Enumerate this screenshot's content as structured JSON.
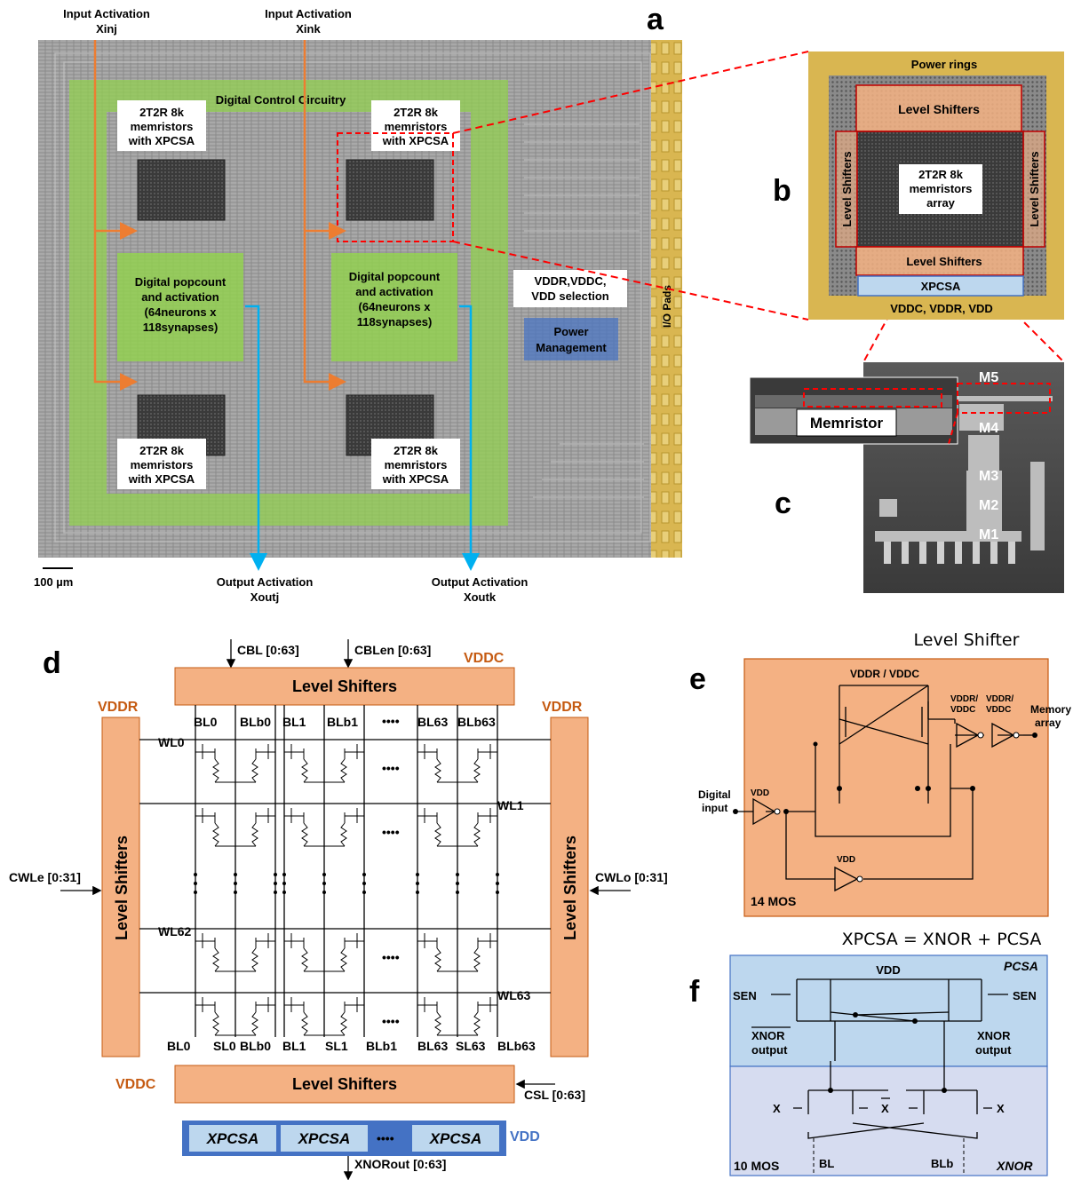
{
  "panel_labels": {
    "a": "a",
    "b": "b",
    "c": "c",
    "d": "d",
    "e": "e",
    "f": "f"
  },
  "panel_a": {
    "input_activation_j_line1": "Input Activation",
    "input_activation_j_line2": "Xinj",
    "input_activation_k_line1": "Input Activation",
    "input_activation_k_line2": "Xink",
    "digital_control": "Digital Control Circuitry",
    "memristor_block_line1": "2T2R 8k",
    "memristor_block_line2": "memristors",
    "memristor_block_line3": "with XPCSA",
    "popcount_line1": "Digital popcount",
    "popcount_line2": "and activation",
    "popcount_line3": "(64neurons x",
    "popcount_line4": "118synapses)",
    "vdd_sel_line1": "VDDR,VDDC,",
    "vdd_sel_line2": "VDD selection",
    "power_mgmt_line1": "Power",
    "power_mgmt_line2": "Management",
    "io_pads": "I/O Pads",
    "scale_bar": "100 µm",
    "output_activation_j_line1": "Output Activation",
    "output_activation_j_line2": "Xoutj",
    "output_activation_k_line1": "Output Activation",
    "output_activation_k_line2": "Xoutk"
  },
  "panel_b": {
    "power_rings": "Power rings",
    "level_shifters": "Level Shifters",
    "array_line1": "2T2R 8k",
    "array_line2": "memristors",
    "array_line3": "array",
    "xpcsa": "XPCSA",
    "supplies": "VDDC, VDDR, VDD"
  },
  "panel_c": {
    "memristor": "Memristor",
    "layers": [
      "M5",
      "M4",
      "M3",
      "M2",
      "M1"
    ]
  },
  "panel_d": {
    "cbl": "CBL [0:63]",
    "cblen": "CBLen [0:63]",
    "vddc_top": "VDDC",
    "vddr_left": "VDDR",
    "vddr_right": "VDDR",
    "level_shifters": "Level Shifters",
    "bl_top": [
      "BL0",
      "BLb0",
      "BL1",
      "BLb1",
      "BL63",
      "BLb63"
    ],
    "wl": [
      "WL0",
      "WL1",
      "WL62",
      "WL63"
    ],
    "cwle": "CWLe [0:31]",
    "cwlo": "CWLo [0:31]",
    "bl_bottom": [
      "BL0",
      "SL0",
      "BLb0",
      "BL1",
      "SL1",
      "BLb1",
      "BL63",
      "SL63",
      "BLb63"
    ],
    "vddc_bottom": "VDDC",
    "csl": "CSL [0:63]",
    "xpcsa": "XPCSA",
    "dots": "••••",
    "vdd": "VDD",
    "xnorout": "XNORout [0:63]"
  },
  "panel_e": {
    "title": "Level Shifter",
    "vddr_vddc": "VDDR / VDDC",
    "vddr_vddc_small_line1": "VDDR/",
    "vddr_vddc_small_line2": "VDDC",
    "memory_array_line1": "Memory",
    "memory_array_line2": "array",
    "digital_input_line1": "Digital",
    "digital_input_line2": "input",
    "vdd": "VDD",
    "mos_count": "14 MOS"
  },
  "panel_f": {
    "title": "XPCSA = XNOR + PCSA",
    "vdd": "VDD",
    "pcsa": "PCSA",
    "sen": "SEN",
    "xnor_bar": "XNOR",
    "xnor": "XNOR",
    "output": "output",
    "x": "X",
    "mos_count": "10 MOS",
    "bl": "BL",
    "blb": "BLb",
    "xnor_label": "XNOR"
  },
  "colors": {
    "orange_fill": "#f4b183",
    "orange_text": "#c55a11",
    "blue_fill": "#bdd7ee",
    "blue_dark": "#4472c4",
    "green": "#92d050",
    "gold": "#d6b656",
    "arrow_orange": "#ed7d31",
    "arrow_blue": "#00b0f0",
    "red_dash": "#ff0000"
  }
}
